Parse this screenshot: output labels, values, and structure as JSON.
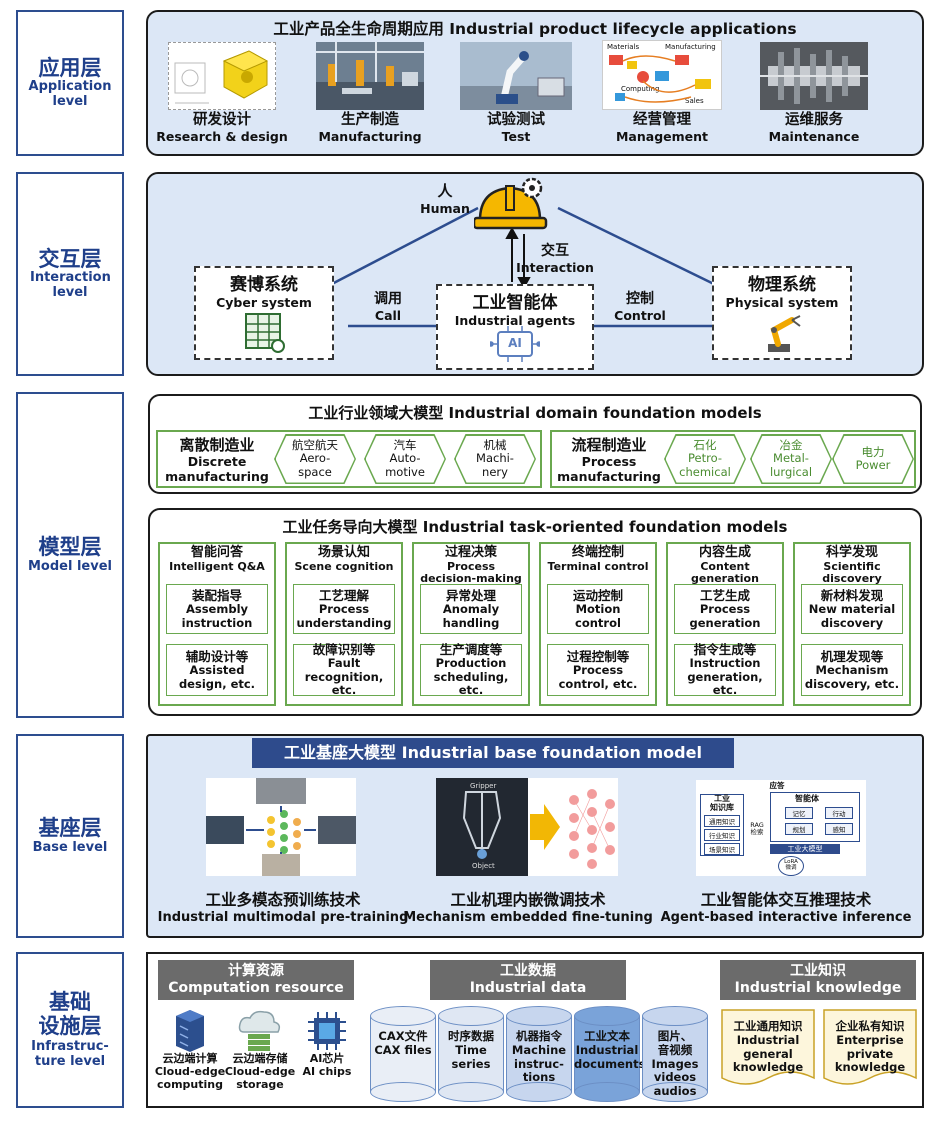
{
  "layers": {
    "application": {
      "zh": "应用层",
      "en": "Application level"
    },
    "interaction": {
      "zh": "交互层",
      "en": "Interaction level"
    },
    "model": {
      "zh": "模型层",
      "en": "Model level"
    },
    "base": {
      "zh": "基座层",
      "en": "Base level"
    },
    "infra": {
      "zh": "基础\n设施层",
      "en": "Infrastruc-\nture level"
    }
  },
  "application": {
    "title": "工业产品全生命周期应用 Industrial product lifecycle applications",
    "items": [
      {
        "zh": "研发设计",
        "en": "Research & design"
      },
      {
        "zh": "生产制造",
        "en": "Manufacturing"
      },
      {
        "zh": "试验测试",
        "en": "Test"
      },
      {
        "zh": "经营管理",
        "en": "Management"
      },
      {
        "zh": "运维服务",
        "en": "Maintenance"
      }
    ],
    "mgmt_img_labels": {
      "materials": "Materials",
      "manufacturing": "Manufacturing",
      "computing": "Computing",
      "sales": "Sales"
    }
  },
  "interaction": {
    "human": {
      "zh": "人",
      "en": "Human"
    },
    "interact": {
      "zh": "交互",
      "en": "Interaction"
    },
    "cyber": {
      "zh": "赛博系统",
      "en": "Cyber system"
    },
    "call": {
      "zh": "调用",
      "en": "Call"
    },
    "agents": {
      "zh": "工业智能体",
      "en": "Industrial agents"
    },
    "ai_chip": "AI",
    "control": {
      "zh": "控制",
      "en": "Control"
    },
    "physical": {
      "zh": "物理系统",
      "en": "Physical system"
    }
  },
  "domain_models": {
    "title": "工业行业领域大模型 Industrial domain foundation models",
    "discrete": {
      "zh": "离散制造业",
      "en": "Discrete\nmanufacturing"
    },
    "discrete_items": [
      {
        "zh": "航空航天",
        "en": "Aero-\nspace"
      },
      {
        "zh": "汽车",
        "en": "Auto-\nmotive"
      },
      {
        "zh": "机械",
        "en": "Machi-\nnery"
      }
    ],
    "process": {
      "zh": "流程制造业",
      "en": "Process\nmanufacturing"
    },
    "process_items": [
      {
        "zh": "石化",
        "en": "Petro-\nchemical"
      },
      {
        "zh": "冶金",
        "en": "Metal-\nlurgical"
      },
      {
        "zh": "电力",
        "en": "Power"
      }
    ]
  },
  "task_models": {
    "title": "工业任务导向大模型 Industrial task-oriented foundation models",
    "columns": [
      {
        "zh": "智能问答",
        "en": "Intelligent Q&A",
        "a": {
          "zh": "装配指导",
          "en": "Assembly\ninstruction"
        },
        "b": {
          "zh": "辅助设计等",
          "en": "Assisted\ndesign, etc."
        }
      },
      {
        "zh": "场景认知",
        "en": "Scene cognition",
        "a": {
          "zh": "工艺理解",
          "en": "Process\nunderstanding"
        },
        "b": {
          "zh": "故障识别等",
          "en": "Fault\nrecognition, etc."
        }
      },
      {
        "zh": "过程决策",
        "en": "Process\ndecision-making",
        "a": {
          "zh": "异常处理",
          "en": "Anomaly\nhandling"
        },
        "b": {
          "zh": "生产调度等",
          "en": "Production\nscheduling, etc."
        }
      },
      {
        "zh": "终端控制",
        "en": "Terminal control",
        "a": {
          "zh": "运动控制",
          "en": "Motion\ncontrol"
        },
        "b": {
          "zh": "过程控制等",
          "en": "Process\ncontrol, etc."
        }
      },
      {
        "zh": "内容生成",
        "en": "Content generation",
        "a": {
          "zh": "工艺生成",
          "en": "Process\ngeneration"
        },
        "b": {
          "zh": "指令生成等",
          "en": "Instruction\ngeneration, etc."
        }
      },
      {
        "zh": "科学发现",
        "en": "Scientific discovery",
        "a": {
          "zh": "新材料发现",
          "en": "New material\ndiscovery"
        },
        "b": {
          "zh": "机理发现等",
          "en": "Mechanism\ndiscovery, etc."
        }
      }
    ]
  },
  "base": {
    "title": "工业基座大模型 Industrial base foundation model",
    "techs": [
      {
        "zh": "工业多模态预训练技术",
        "en": "Industrial multimodal pre-training"
      },
      {
        "zh": "工业机理内嵌微调技术",
        "en": "Mechanism embedded fine-tuning"
      },
      {
        "zh": "工业智能体交互推理技术",
        "en": "Agent-based interactive inference"
      }
    ],
    "mech_img_labels": {
      "gripper": "Gripper",
      "object": "Object"
    },
    "agent_img": {
      "answer": "应答",
      "kb": "工业\n知识库",
      "kb_items": [
        "通用知识",
        "行业知识",
        "场景知识"
      ],
      "rag": "RAG\n检索",
      "agent": "智能体",
      "agent_items": [
        "记忆",
        "行动",
        "规划",
        "感知"
      ],
      "lm": "工业大模型",
      "lora": "LoRA\n微调"
    }
  },
  "infra": {
    "compute": {
      "zh": "计算资源",
      "en": "Computation resource"
    },
    "compute_items": [
      {
        "zh": "云边端计算",
        "en": "Cloud-edge\ncomputing"
      },
      {
        "zh": "云边端存储",
        "en": "Cloud-edge\nstorage"
      },
      {
        "zh": "AI芯片",
        "en": "AI chips"
      }
    ],
    "data": {
      "zh": "工业数据",
      "en": "Industrial data"
    },
    "data_items": [
      {
        "zh": "CAX文件",
        "en": "CAX files"
      },
      {
        "zh": "时序数据",
        "en": "Time\nseries"
      },
      {
        "zh": "机器指令",
        "en": "Machine\ninstruc-\ntions"
      },
      {
        "zh": "工业文本",
        "en": "Industrial\ndocuments"
      },
      {
        "zh": "图片、\n音视频",
        "en": "Images\nvideos\naudios"
      }
    ],
    "knowledge": {
      "zh": "工业知识",
      "en": "Industrial knowledge"
    },
    "knowledge_items": [
      {
        "zh": "工业通用知识",
        "en": "Industrial\ngeneral\nknowledge"
      },
      {
        "zh": "企业私有知识",
        "en": "Enterprise\nprivate\nknowledge"
      }
    ]
  },
  "colors": {
    "layer_border": "#2d4d8f",
    "green": "#6aa84f",
    "panel_blue": "#dce7f6",
    "dark_bar": "#2e4b8c",
    "grey_header": "#6b6b6b"
  }
}
